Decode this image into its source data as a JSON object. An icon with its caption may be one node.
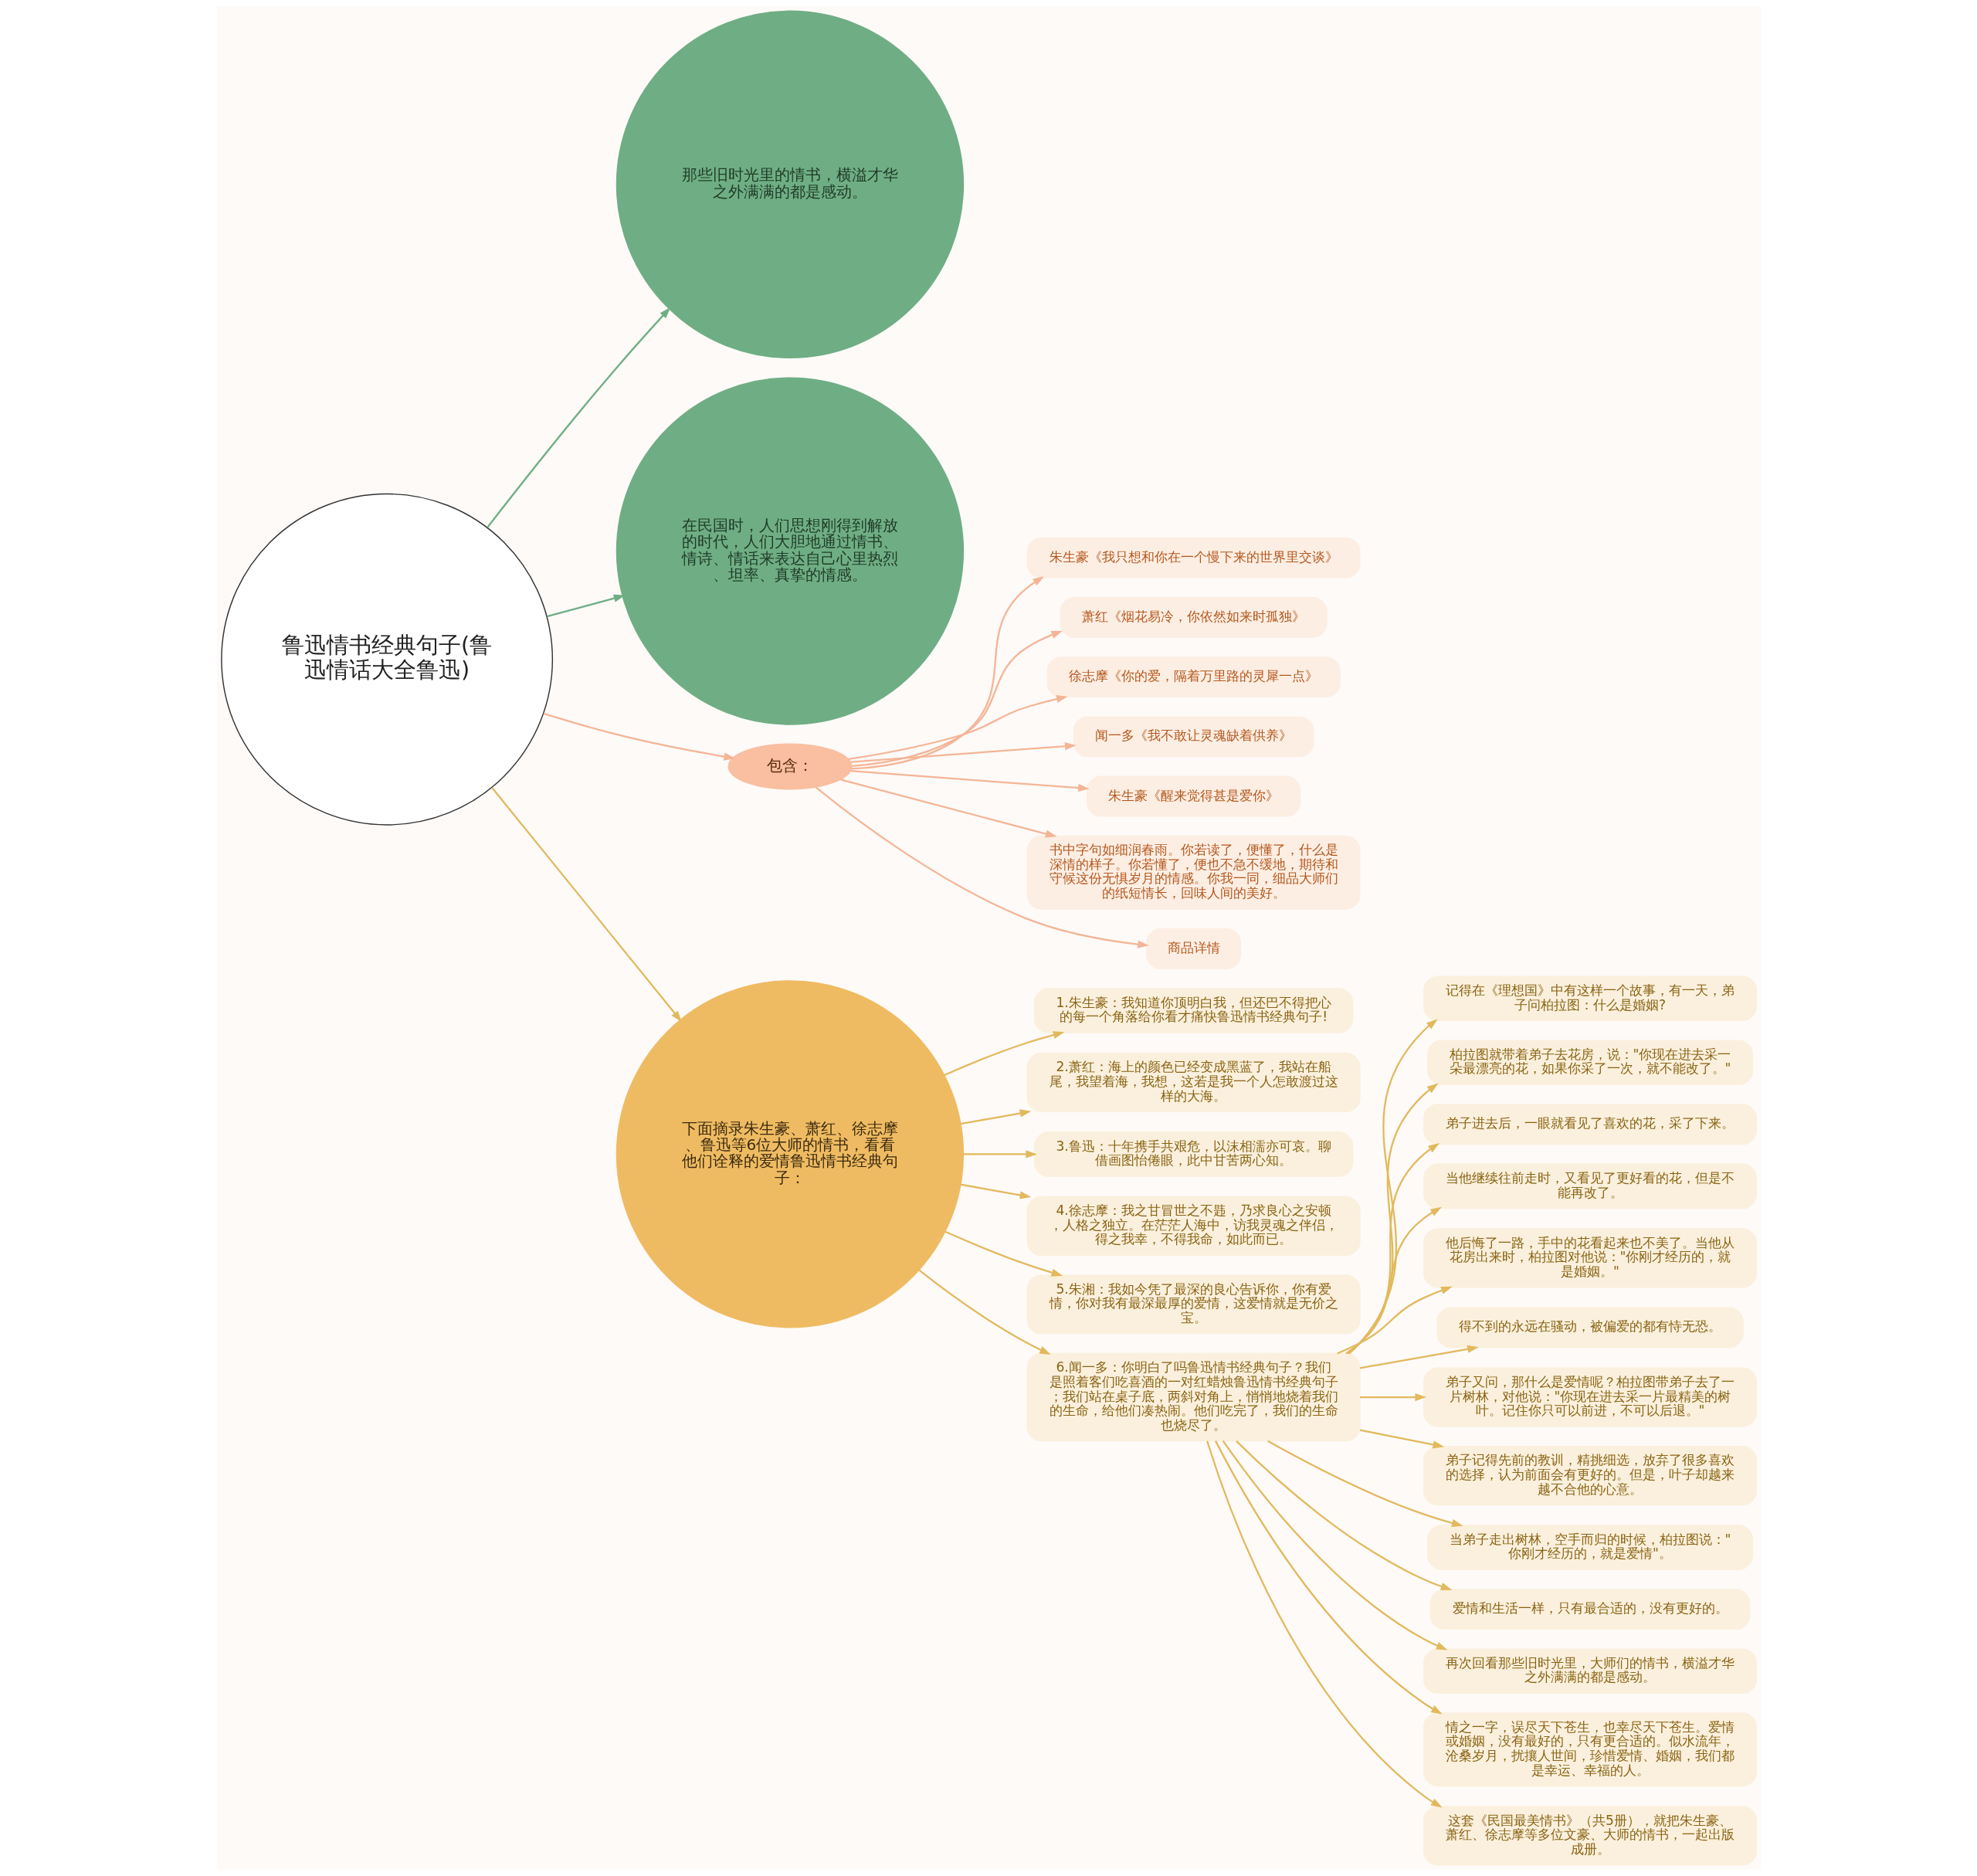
{
  "diagram": {
    "nodes": [
      {
        "text": [
          "鲁迅情书经典句子(鲁迅情话大全鲁迅)"
        ]
      },
      {
        "text": [
          "那些旧时光里的情书，横溢才华之外满满的都是感动。"
        ]
      },
      {
        "text": [
          "在民国时，人们思想刚得到解放的时代，人们大胆地通过情书、情诗、情话来表达自己心里热烈、坦率、真挚的情感。"
        ]
      },
      {
        "text": [
          "包含："
        ]
      },
      {
        "text": [
          "朱生豪《我只想和你在一个慢下来的世界里交谈》"
        ]
      },
      {
        "text": [
          "萧红《烟花易冷，你依然如来时孤独》"
        ]
      },
      {
        "text": [
          "徐志摩《你的爱，隔着万里路的灵犀一点》"
        ]
      },
      {
        "text": [
          "闻一多《我不敢让灵魂缺着供养》"
        ]
      },
      {
        "text": [
          "朱生豪《醒来觉得甚是爱你》"
        ]
      },
      {
        "text": [
          "书中字句如细润春雨。你若读了，便懂了，什么是深情的样子。你若懂了，便也不急不缓地，期待和守候这份无惧岁月的情感。你我一同，细品大师们的纸短情长，回味人间的美好。"
        ]
      },
      {
        "text": [
          "商品详情"
        ]
      },
      {
        "text": [
          "下面摘录朱生豪、萧红、徐志摩、鲁迅等6位大师的情书，看看他们诠释的爱情鲁迅情书经典句子："
        ]
      },
      {
        "text": [
          "1.朱生豪：我知道你顶明白我，但还巴不得把心的每一个角落给你看才痛快鲁迅情书经典句子!"
        ]
      },
      {
        "text": [
          "2.萧红：海上的颜色已经变成黑蓝了，我站在船尾，我望着海，我想，这若是我一个人怎敢渡过这样的大海。"
        ]
      },
      {
        "text": [
          "3.鲁迅：十年携手共艰危，以沫相濡亦可哀。聊借画图怡倦眼，此中甘苦两心知。"
        ]
      },
      {
        "text": [
          "4.徐志摩：我之甘冒世之不韪，乃求良心之安顿，人格之独立。在茫茫人海中，访我灵魂之伴侣，得之我幸，不得我命，如此而已。"
        ]
      },
      {
        "text": [
          "5.朱湘：我如今凭了最深的良心告诉你，你有爱情，你对我有最深最厚的爱情，这爱情就是无价之宝。"
        ]
      },
      {
        "text": [
          "6.闻一多：你明白了吗鲁迅情书经典句子？我们是照着客们吃喜酒的一对红蜡烛鲁迅情书经典句子；我们站在桌子底，两斜对角上，悄悄地烧着我们的生命，给他们凑热闹。他们吃完了，我们的生命也烧尽了。"
        ]
      },
      {
        "text": [
          "记得在《理想国》中有这样一个故事，有一天，弟子问柏拉图：什么是婚姻?"
        ]
      },
      {
        "text": [
          "柏拉图就带着弟子去花房，说：\"你现在进去采一朵最漂亮的花，如果你采了一次，就不能改了。\""
        ]
      },
      {
        "text": [
          "弟子进去后，一眼就看见了喜欢的花，采了下来。"
        ]
      },
      {
        "text": [
          "当他继续往前走时，又看见了更好看的花，但是不能再改了。"
        ]
      },
      {
        "text": [
          "他后悔了一路，手中的花看起来也不美了。当他从花房出来时，柏拉图对他说：\"你刚才经历的，就是婚姻。\""
        ]
      },
      {
        "text": [
          "得不到的永远在骚动，被偏爱的都有恃无恐。"
        ]
      },
      {
        "text": [
          "弟子又问，那什么是爱情呢？柏拉图带弟子去了一片树林，对他说：\"你现在进去采一片最精美的树叶。记住你只可以前进，不可以后退。\""
        ]
      },
      {
        "text": [
          "弟子记得先前的教训，精挑细选，放弃了很多喜欢的选择，认为前面会有更好的。但是，叶子却越来越不合他的心意。"
        ]
      },
      {
        "text": [
          "当弟子走出树林，空手而归的时候，柏拉图说：\"你刚才经历的，就是爱情\"。"
        ]
      },
      {
        "text": [
          "爱情和生活一样，只有最合适的，没有更好的。"
        ]
      },
      {
        "text": [
          "再次回看那些旧时光里，大师们的情书，横溢才华之外满满的都是感动。"
        ]
      },
      {
        "text": [
          "情之一字，误尽天下苍生，也幸尽天下苍生。爱情或婚姻，没有最好的，只有更合适的。似水流年，沧桑岁月，扰攘人世间，珍惜爱情、婚姻，我们都是幸运、幸福的人。"
        ]
      },
      {
        "text": [
          "这套《民国最美情书》（共5册），就把朱生豪、萧红、徐志摩等多位文豪、大师的情书，一起出版成册。"
        ]
      }
    ],
    "edges": [
      {
        "from": 0,
        "to": 1,
        "arrow": "to",
        "color": "#6fae84"
      },
      {
        "from": 0,
        "to": 2,
        "arrow": "to",
        "color": "#6fae84"
      },
      {
        "from": 0,
        "to": 3,
        "arrow": "to",
        "color": "#f4b596"
      },
      {
        "from": 3,
        "to": 4,
        "arrow": "to",
        "color": "#f4b596"
      },
      {
        "from": 3,
        "to": 5,
        "arrow": "to",
        "color": "#f4b596"
      },
      {
        "from": 3,
        "to": 6,
        "arrow": "to",
        "color": "#f4b596"
      },
      {
        "from": 3,
        "to": 7,
        "arrow": "to",
        "color": "#f4b596"
      },
      {
        "from": 3,
        "to": 8,
        "arrow": "to",
        "color": "#f4b596"
      },
      {
        "from": 3,
        "to": 9,
        "arrow": "to",
        "color": "#f4b596"
      },
      {
        "from": 3,
        "to": 10,
        "arrow": "to",
        "color": "#f4b596"
      },
      {
        "from": 0,
        "to": 11,
        "arrow": "to"
      },
      {
        "from": 11,
        "to": 12,
        "arrow": "to"
      },
      {
        "from": 11,
        "to": 13,
        "arrow": "to"
      },
      {
        "from": 11,
        "to": 14,
        "arrow": "to"
      },
      {
        "from": 11,
        "to": 15,
        "arrow": "to"
      },
      {
        "from": 11,
        "to": 16,
        "arrow": "to"
      },
      {
        "from": 11,
        "to": 17,
        "arrow": "to"
      },
      {
        "from": 17,
        "to": 18,
        "arrow": "to"
      },
      {
        "from": 17,
        "to": 19,
        "arrow": "to"
      },
      {
        "from": 17,
        "to": 20,
        "arrow": "to"
      },
      {
        "from": 17,
        "to": 21,
        "arrow": "to"
      },
      {
        "from": 17,
        "to": 22,
        "arrow": "to"
      },
      {
        "from": 17,
        "to": 23,
        "arrow": "to"
      },
      {
        "from": 17,
        "to": 24,
        "arrow": "to"
      },
      {
        "from": 17,
        "to": 25,
        "arrow": "to"
      },
      {
        "from": 17,
        "to": 26,
        "arrow": "to"
      },
      {
        "from": 17,
        "to": 27,
        "arrow": "to"
      },
      {
        "from": 17,
        "to": 28,
        "arrow": "to"
      },
      {
        "from": 17,
        "to": 29,
        "arrow": "to"
      },
      {
        "from": 17,
        "to": 30,
        "arrow": "to"
      }
    ]
  }
}
